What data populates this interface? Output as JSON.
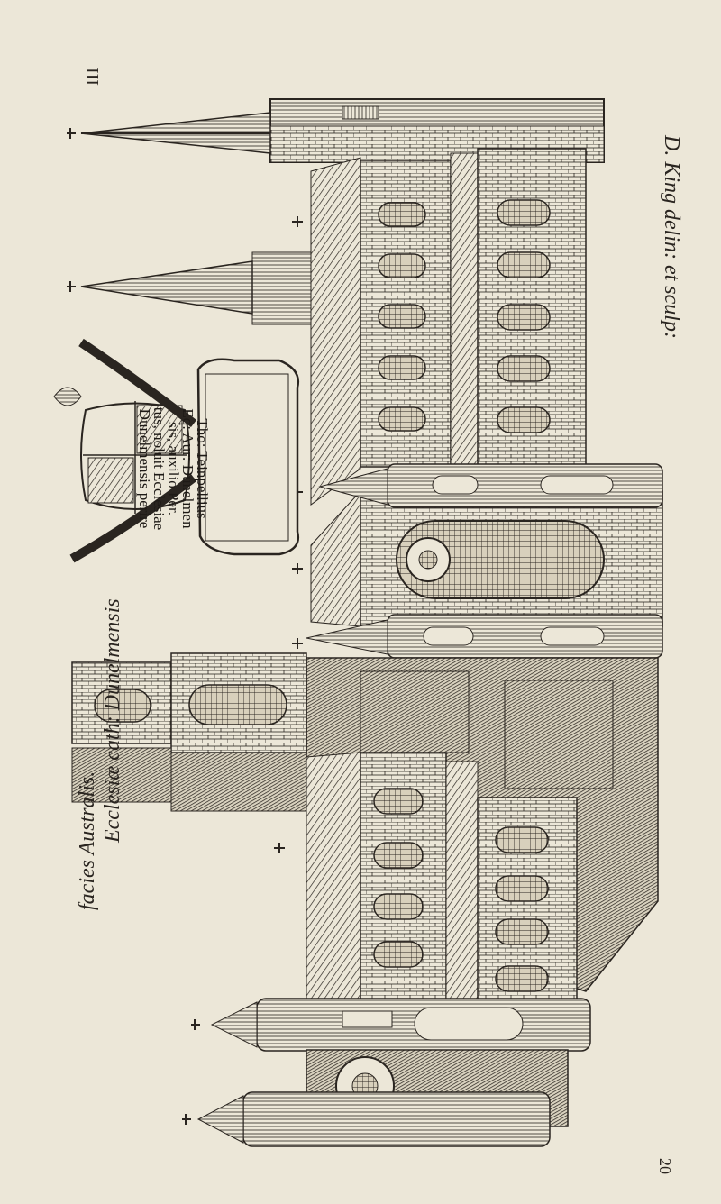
{
  "plate": {
    "title_line1": "Ecclesiæ cath: Dunelmensis",
    "title_line2": "facies Australis.",
    "plate_number": "III",
    "credit": "D. King delin: et sculp:",
    "page_mark": "20",
    "dedication": [
      "Tho: Teinpellius",
      "Eq: Aur: Dunelmen",
      "sis, auxilio Per.",
      "tus, noluit Ecclesiae",
      "Dunelmensis perire"
    ]
  },
  "colors": {
    "paper": "#ece7d8",
    "ink": "#2a2520"
  },
  "icons": [
    "cross-icon",
    "coat-of-arms-icon"
  ]
}
